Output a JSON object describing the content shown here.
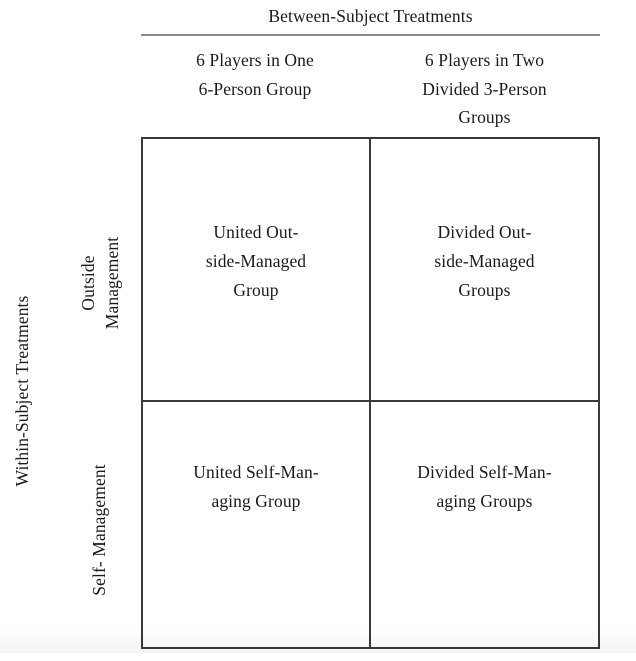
{
  "figure": {
    "type": "2x2-experimental-design-matrix",
    "column_axis_title": "Between-Subject Treatments",
    "row_axis_title": "Within-Subject Treatments",
    "column_headers": [
      {
        "lines": [
          "6 Players in One",
          "6-Person Group"
        ]
      },
      {
        "lines": [
          "6 Players in Two",
          "Divided 3-Person",
          "Groups"
        ]
      }
    ],
    "row_headers": [
      {
        "lines": [
          "Outside",
          "Management"
        ]
      },
      {
        "lines": [
          "Self- Management"
        ]
      }
    ],
    "cells": [
      {
        "row": 0,
        "col": 0,
        "lines": [
          "United Out-",
          "side-Managed",
          "Group"
        ]
      },
      {
        "row": 0,
        "col": 1,
        "lines": [
          "Divided Out-",
          "side-Managed",
          "Groups"
        ]
      },
      {
        "row": 1,
        "col": 0,
        "lines": [
          "United Self-Man-",
          "aging Group"
        ]
      },
      {
        "row": 1,
        "col": 1,
        "lines": [
          "Divided Self-Man-",
          "aging Groups"
        ]
      }
    ],
    "colors": {
      "background": "#ffffff",
      "text": "#1a1a1a",
      "matrix_border": "#3a3a3a",
      "header_rule": "#8a8a8a"
    }
  }
}
